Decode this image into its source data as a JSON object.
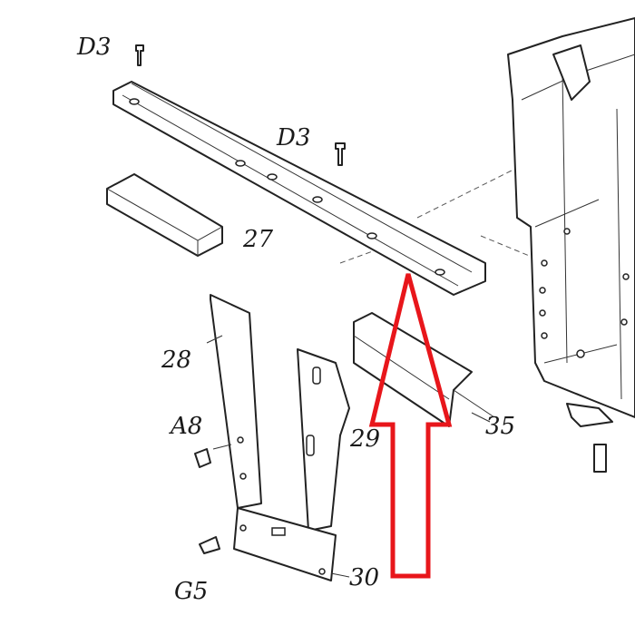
{
  "labels": {
    "d3_top": "D3",
    "d3_mid": "D3",
    "p27": "27",
    "p28": "28",
    "p29": "29",
    "a8": "A8",
    "p35": "35",
    "g5": "G5",
    "p30": "30"
  },
  "colors": {
    "arrow": "#e8161b",
    "line": "#222222"
  }
}
